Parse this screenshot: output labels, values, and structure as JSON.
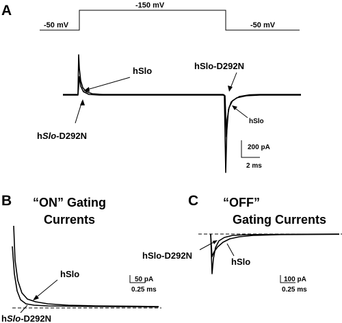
{
  "panels": {
    "a": {
      "letter": "A",
      "voltage_steps": [
        "-50 mV",
        "-150 mV",
        "-50 mV"
      ],
      "labels": {
        "hslo_on": "hSlo",
        "mutant_on_prefix": "h",
        "mutant_on_italic": "Slo",
        "mutant_on_suffix": "-D292N",
        "mutant_off": "hSlo-D292N",
        "hslo_off": "hSlo"
      },
      "scale_bar": {
        "current": "200 pA",
        "time": "2 ms"
      }
    },
    "b": {
      "letter": "B",
      "title_line1": "“ON” Gating",
      "title_line2": "Currents",
      "labels": {
        "hslo": "hSlo",
        "mutant_prefix": "h",
        "mutant_italic": "Slo",
        "mutant_suffix": "-D292N"
      },
      "scale_bar": {
        "current": "50  pA",
        "time": "0.25 ms"
      }
    },
    "c": {
      "letter": "C",
      "title_line1": "“OFF”",
      "title_line2": "Gating Currents",
      "labels": {
        "mutant": "hSlo-D292N",
        "hslo": "hSlo"
      },
      "scale_bar": {
        "current": "100 pA",
        "time": "0.25 ms"
      }
    }
  }
}
